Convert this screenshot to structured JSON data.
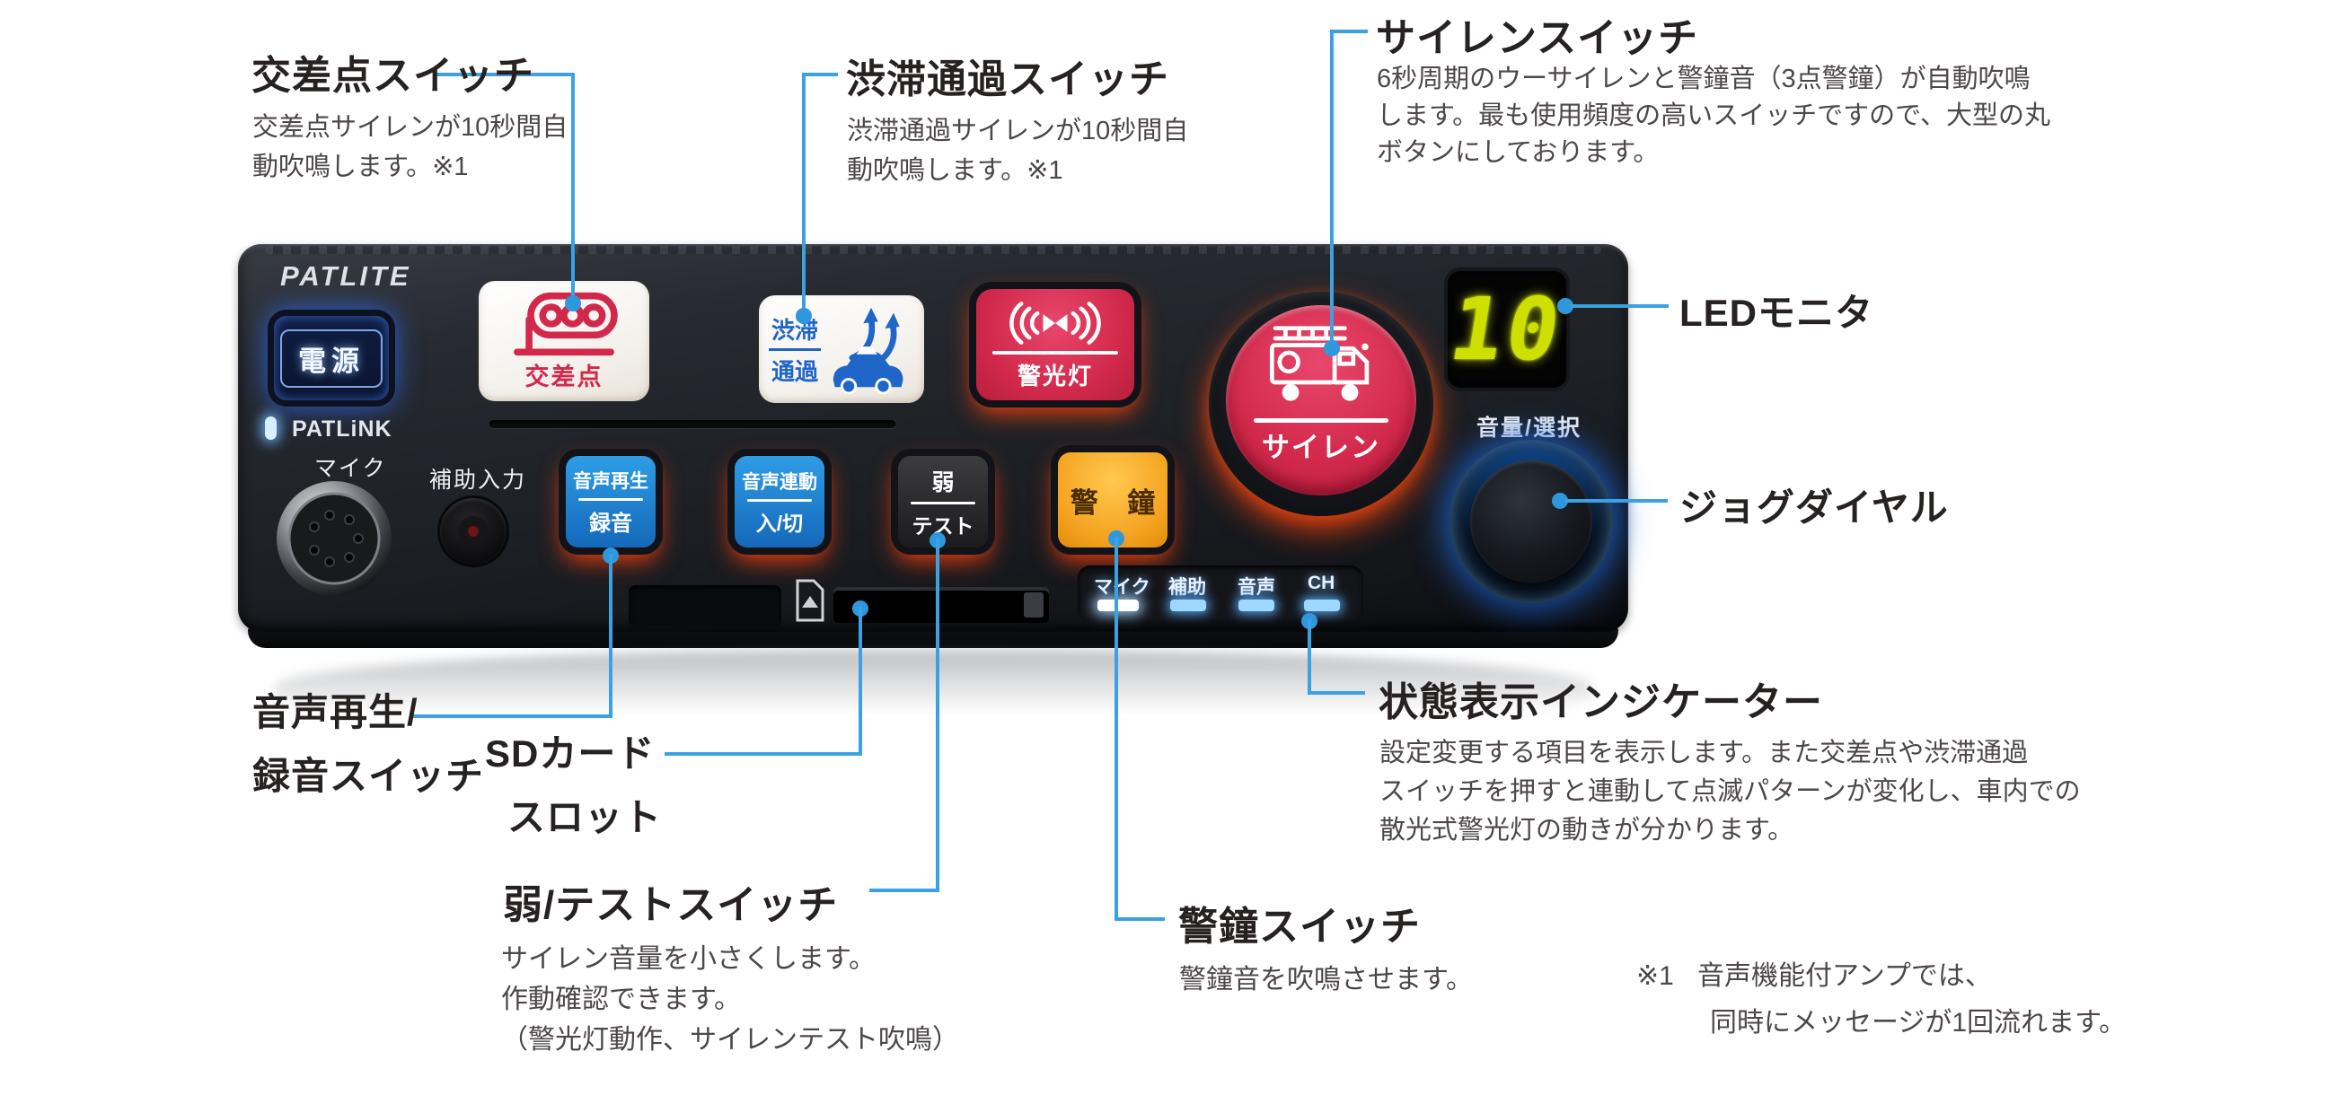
{
  "colors": {
    "callout_blue": "#3aa2e2",
    "title_text": "#272222",
    "desc_text": "#4c4748",
    "button_red": "#d2294b",
    "button_blue": "#1f7fd0",
    "button_amber": "#f5a422",
    "led_green": "#cde000"
  },
  "annotations": {
    "kousaten": {
      "title": "交差点スイッチ",
      "desc1": "交差点サイレンが10秒間自",
      "desc2": "動吹鳴します。※1"
    },
    "juutai": {
      "title": "渋滞通過スイッチ",
      "desc1": "渋滞通過サイレンが10秒間自",
      "desc2": "動吹鳴します。※1"
    },
    "siren": {
      "title": "サイレンスイッチ",
      "desc1": "6秒周期のウーサイレンと警鐘音（3点警鐘）が自動吹鳴",
      "desc2": "します。最も使用頻度の高いスイッチですので、大型の丸",
      "desc3": "ボタンにしております。"
    },
    "led_monitor": {
      "title": "LEDモニタ"
    },
    "jog_dial": {
      "title": "ジョグダイヤル"
    },
    "onsei": {
      "title1": "音声再生/",
      "title2": "録音スイッチ"
    },
    "sd_card": {
      "title1": "SDカード",
      "title2": "スロット"
    },
    "jaku_test": {
      "title": "弱/テストスイッチ",
      "desc1": "サイレン音量を小さくします。",
      "desc2": "作動確認できます。",
      "desc3": "（警光灯動作、サイレンテスト吹鳴）"
    },
    "keishou": {
      "title": "警鐘スイッチ",
      "desc": "警鐘音を吹鳴させます。"
    },
    "status": {
      "title": "状態表示インジケーター",
      "desc1": "設定変更する項目を表示します。また交差点や渋滞通過",
      "desc2": "スイッチを押すと連動して点滅パターンが変化し、車内での",
      "desc3": "散光式警光灯の動きが分かります。"
    },
    "footnote": {
      "mark": "※1",
      "line1": "音声機能付アンプでは、",
      "line2": "同時にメッセージが1回流れます。"
    }
  },
  "device": {
    "brand": "PATLITE",
    "patlink": "PATLiNK",
    "power_label": "電源",
    "mic_label": "マイク",
    "aux_label": "補助入力",
    "btn_kousaten": "交差点",
    "btn_juutai_1": "渋滞",
    "btn_juutai_2": "通過",
    "btn_keikoutou": "警光灯",
    "btn_siren": "サイレン",
    "btn_onsei_1": "音声再生",
    "btn_onsei_2": "録音",
    "btn_rendou_1": "音声連動",
    "btn_rendou_2": "入/切",
    "btn_jaku_1": "弱",
    "btn_jaku_2": "テスト",
    "btn_keishou": "警 鐘",
    "volume_select": "音量/選択",
    "led_value": "10",
    "indicators": [
      "マイク",
      "補助",
      "音声",
      "CH"
    ]
  }
}
